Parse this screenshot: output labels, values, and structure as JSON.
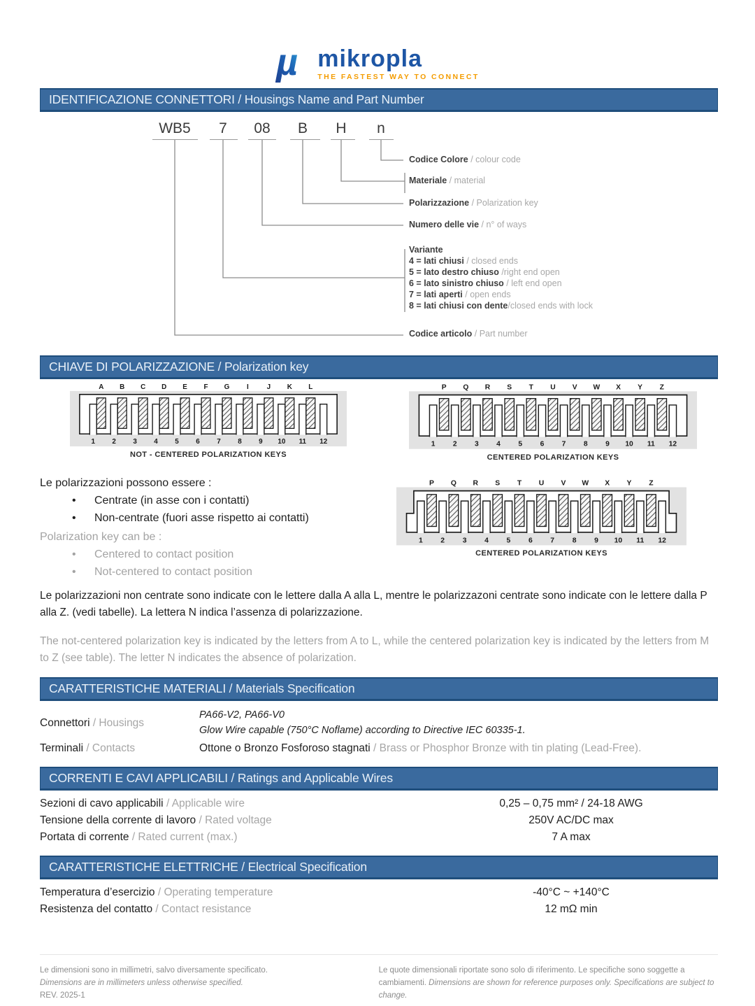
{
  "logo": {
    "brand": "mikropla",
    "tagline": "THE FASTEST WAY TO CONNECT",
    "mu_glyph": "µ",
    "brand_color": "#1E56A5",
    "tagline_color": "#F49C00"
  },
  "identification": {
    "header": "IDENTIFICAZIONE CONNETTORI / Housings Name and Part Number",
    "part_code": [
      "WB5",
      "7",
      "08",
      "B",
      "H",
      "n"
    ],
    "callouts": [
      {
        "it": "Codice Colore",
        "en": " / colour code"
      },
      {
        "it": "Materiale",
        "en": " / material"
      },
      {
        "it": "Polarizzazione",
        "en": " / Polarization key"
      },
      {
        "it": "Numero delle vie",
        "en": " / n° of ways"
      }
    ],
    "variante": {
      "title": "Variante",
      "items": [
        {
          "it": "4 = lati chiusi",
          "en": " / closed ends"
        },
        {
          "it": "5 = lato destro chiuso",
          "en": " /right end open"
        },
        {
          "it": "6 = lato sinistro chiuso",
          "en": " / left end open"
        },
        {
          "it": "7 = lati aperti",
          "en": " / open ends"
        },
        {
          "it": "8 = lati chiusi con dente",
          "en": "/closed ends with lock"
        }
      ]
    },
    "part_number_callout": {
      "it": "Codice articolo",
      "en": " / Part number"
    }
  },
  "polarization": {
    "header": "CHIAVE DI POLARIZZAZIONE / Polarization key",
    "diagrams": [
      {
        "letters": [
          "A",
          "B",
          "C",
          "D",
          "E",
          "F",
          "G",
          "I",
          "J",
          "K",
          "L"
        ],
        "numbers": [
          "1",
          "2",
          "3",
          "4",
          "5",
          "6",
          "7",
          "8",
          "9",
          "10",
          "11",
          "12"
        ],
        "caption": "NOT - CENTERED POLARIZATION KEYS",
        "style": "not-centered"
      },
      {
        "letters": [
          "P",
          "Q",
          "R",
          "S",
          "T",
          "U",
          "V",
          "W",
          "X",
          "Y",
          "Z"
        ],
        "numbers": [
          "1",
          "2",
          "3",
          "4",
          "5",
          "6",
          "7",
          "8",
          "9",
          "10",
          "11",
          "12"
        ],
        "caption": "CENTERED POLARIZATION KEYS",
        "style": "centered"
      },
      {
        "letters": [
          "P",
          "Q",
          "R",
          "S",
          "T",
          "U",
          "V",
          "W",
          "X",
          "Y",
          "Z"
        ],
        "numbers": [
          "1",
          "2",
          "3",
          "4",
          "5",
          "6",
          "7",
          "8",
          "9",
          "10",
          "11",
          "12"
        ],
        "caption": "CENTERED POLARIZATION KEYS",
        "style": "centered-stepped"
      }
    ],
    "list_it": {
      "intro": "Le polarizzazioni possono essere :",
      "items": [
        "Centrate (in asse con i contatti)",
        "Non-centrate (fuori asse rispetto ai contatti)"
      ]
    },
    "list_en": {
      "intro": "Polarization key can be :",
      "items": [
        "Centered to contact position",
        "Not-centered to contact position"
      ]
    },
    "para_it": "Le polarizzazioni non centrate sono indicate con le lettere dalla A alla L, mentre le polarizzazoni centrate sono indicate con le lettere dalla P alla Z. (vedi tabelle). La lettera N indica l’assenza di polarizzazione.",
    "para_en": "The not-centered polarization key is indicated by the letters from A to L, while the centered polarization key is indicated by the letters from M to Z (see table). The letter N indicates the absence of polarization."
  },
  "materials": {
    "header": "CARATTERISTICHE MATERIALI / Materials Specification",
    "rows": [
      {
        "label_it": "Connettori",
        "label_en": " / Housings",
        "line1": "PA66-V2, PA66-V0",
        "line2": "Glow Wire capable (750°C Noflame) according to Directive IEC 60335-1."
      },
      {
        "label_it": "Terminali",
        "label_en": " / Contacts",
        "value_it": "Ottone o Bronzo Fosforoso stagnati",
        "value_en": " / Brass or Phosphor Bronze with tin plating (Lead-Free)."
      }
    ]
  },
  "ratings": {
    "header": "CORRENTI E CAVI APPLICABILI / Ratings and Applicable Wires",
    "rows": [
      {
        "label_it": "Sezioni di cavo applicabili",
        "label_en": " / Applicable wire",
        "value": "0,25 – 0,75 mm² / 24-18 AWG"
      },
      {
        "label_it": "Tensione della corrente di lavoro",
        "label_en": " / Rated voltage",
        "value": "250V AC/DC max"
      },
      {
        "label_it": "Portata di corrente",
        "label_en": " / Rated current (max.)",
        "value": "7 A max"
      }
    ]
  },
  "electrical": {
    "header": "CARATTERISTICHE ELETTRICHE / Electrical Specification",
    "rows": [
      {
        "label_it": "Temperatura d’esercizio",
        "label_en": " / Operating temperature",
        "value": "-40°C ~ +140°C"
      },
      {
        "label_it": "Resistenza del contatto",
        "label_en": " / Contact resistance",
        "value": "12 mΩ min"
      }
    ]
  },
  "footer": {
    "left_line1": "Le dimensioni sono in millimetri, salvo diversamente specificato.",
    "left_line2": "Dimensions are in millimeters unless otherwise specified.",
    "left_line3": "REV. 2025-1",
    "right_regular": "Le quote dimensionali riportate sono solo di riferimento. Le specifiche sono soggette a cambiamenti. ",
    "right_italic": "Dimensions are shown for reference purposes only. Specifications are subject to change."
  },
  "colors": {
    "bar_bg": "#3A6A9E",
    "bar_border": "#1F4E7C",
    "bar_text": "#E8F0F8",
    "gray_text": "#A6A6A6",
    "diagram_bg": "#E2E2E2",
    "brand_blue": "#1E56A5",
    "brand_orange": "#F49C00"
  }
}
